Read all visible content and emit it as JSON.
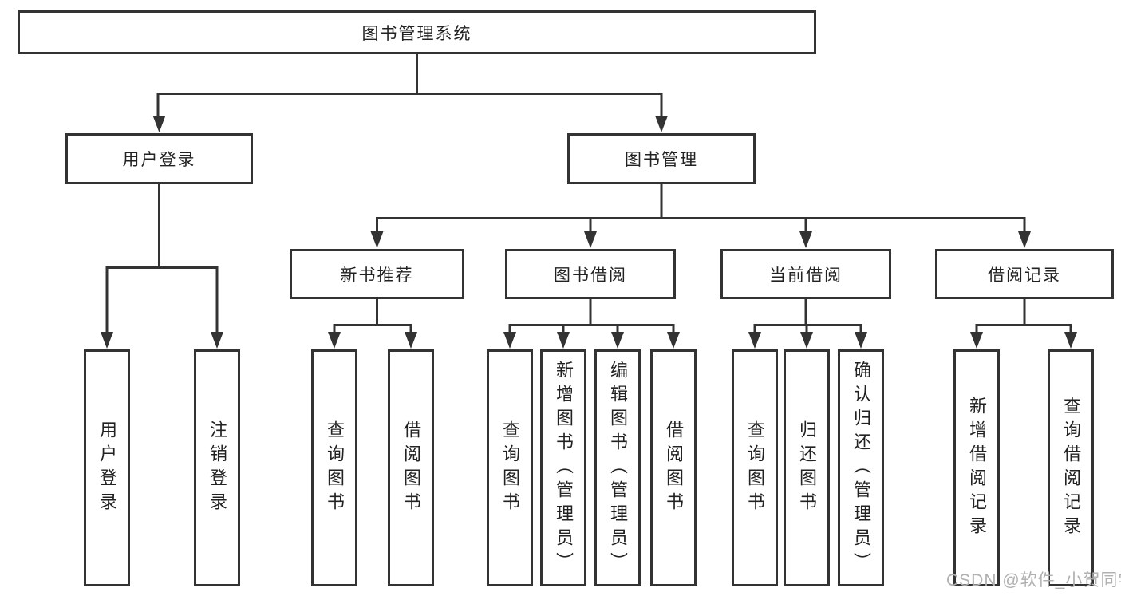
{
  "diagram": {
    "root": "图书管理系统",
    "user_login": {
      "label": "用户登录",
      "children": [
        "用户登录",
        "注销登录"
      ]
    },
    "book_management": {
      "label": "图书管理",
      "new_book_recommend": {
        "label": "新书推荐",
        "children": [
          "查询图书",
          "借阅图书"
        ]
      },
      "book_borrow": {
        "label": "图书借阅",
        "children": [
          "查询图书",
          "新增图书（管理员）",
          "编辑图书（管理员）",
          "借阅图书"
        ]
      },
      "current_borrow": {
        "label": "当前借阅",
        "children": [
          "查询图书",
          "归还图书",
          "确认归还（管理员）"
        ]
      },
      "borrow_record": {
        "label": "借阅记录",
        "children": [
          "新增借阅记录",
          "查询借阅记录"
        ]
      }
    }
  },
  "watermark": "CSDN @软件_小贺同学",
  "colors": {
    "line": "#333333",
    "text": "#222222",
    "watermark": "#b0b0b0",
    "background": "#ffffff"
  }
}
